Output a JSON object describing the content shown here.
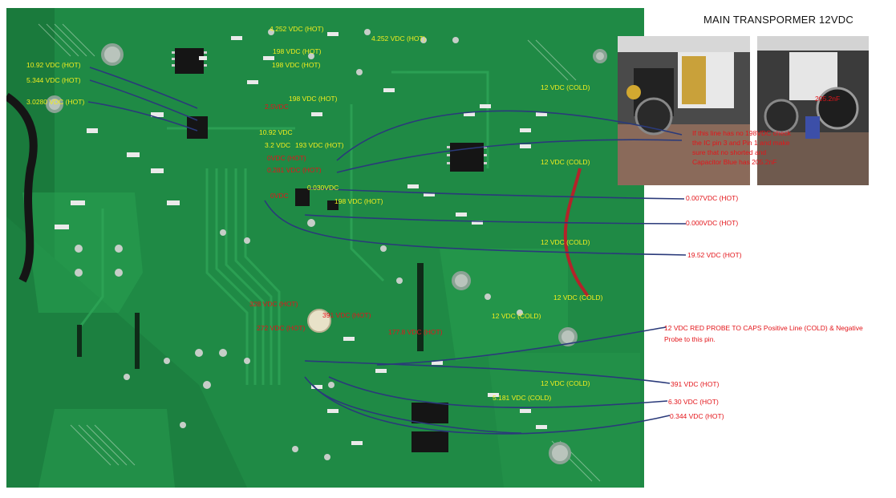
{
  "title": "MAIN TRANSPORMER 12VDC",
  "board_labels": [
    "4.252 VDC (HOT)",
    "4.252 VDC (HOT)",
    "198 VDC (HOT)",
    "198 VDC (HOT)",
    "10.92 VDC (HOT)",
    "5.344 VDC (HOT)",
    "3.0280 VDC (HOT)",
    "198 VDC (HOT)",
    "2.5VDC",
    "10.92 VDC",
    "3.2 VDC",
    "193 VDC (HOT)",
    "0VDC (HOT)",
    "0.281 VDC (HOT)",
    "0.030VDC",
    "0VDC",
    "198 VDC (HOT)",
    "12 VDC (COLD)",
    "12 VDC (COLD)",
    "12 VDC (COLD)",
    "12 VDC (COLD)",
    "12 VDC (COLD)",
    "12 VDC (COLD)",
    "5.181 VDC (COLD)",
    "328 VDC (HOT)",
    "391 VDC (HOT)",
    "272 VDC (HOT)",
    "177.8 VDC (HOT)"
  ],
  "right_labels": {
    "r1": "0.007VDC (HOT)",
    "r2": "0.000VDC (HOT)",
    "r3": "19.52 VDC (HOT)",
    "r4a": "12 VDC RED PROBE TO CAPS Positive Line (COLD) & Negative",
    "r4b": "Probe to this pin.",
    "r5": "391 VDC (HOT)",
    "r6": "6.30 VDC (HOT)",
    "r7": "0.344 VDC (HOT)"
  },
  "photo_note": {
    "l1": "If this line has no 198VDC check",
    "l2": "the IC pin 3 and Pin 1 and make",
    "l3": "sure that no shorted and",
    "l4": "Capacitor Blue has 205.2nF"
  },
  "cap_label": "205.2nF",
  "colors": {
    "board": "#1f8a45",
    "wire": "#2a3a7a",
    "hot_text": "#e3151a",
    "pcb_text": "#f2ee1e"
  }
}
